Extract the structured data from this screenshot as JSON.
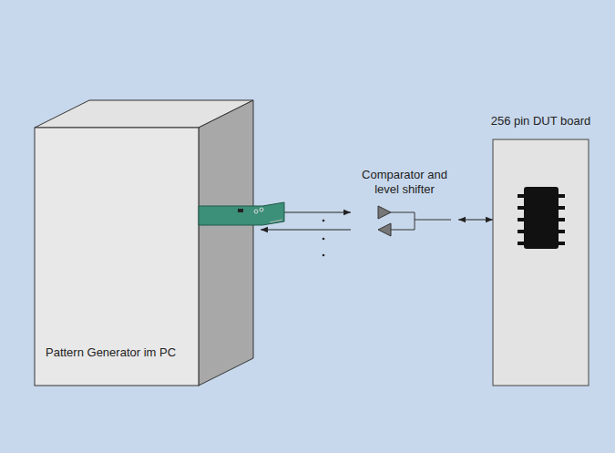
{
  "diagram": {
    "nodes": [
      {
        "text": [
          "Pattern Generator im PC"
        ]
      },
      {
        "text": [
          "Comparator and level shifter"
        ]
      },
      {
        "text": [
          "256 pin DUT board"
        ]
      }
    ],
    "edges": [
      {
        "from": 0,
        "to": 1,
        "arrow": "to"
      },
      {
        "from": 1,
        "to": 0,
        "arrow": "to"
      },
      {
        "from": 1,
        "to": 2,
        "arrow": "both"
      }
    ]
  }
}
